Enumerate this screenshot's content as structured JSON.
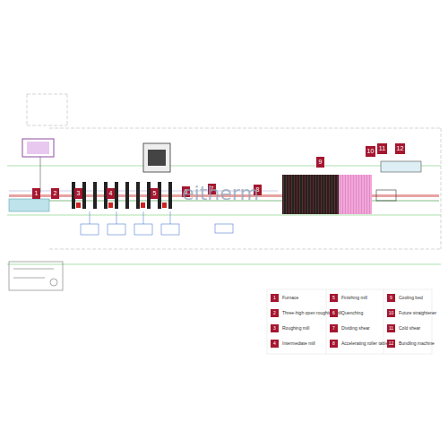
{
  "diagram": {
    "nodes": [
      {
        "text": [
          "1"
        ]
      },
      {
        "text": [
          "2"
        ]
      },
      {
        "text": [
          "3"
        ]
      },
      {
        "text": [
          "4"
        ]
      },
      {
        "text": [
          "5"
        ]
      },
      {
        "text": [
          "6"
        ]
      },
      {
        "text": [
          "7"
        ]
      },
      {
        "text": [
          "8"
        ]
      },
      {
        "text": [
          "9"
        ]
      },
      {
        "text": [
          "10"
        ]
      },
      {
        "text": [
          "11"
        ]
      },
      {
        "text": [
          "12"
        ]
      }
    ],
    "labels": [
      "1",
      "2",
      "3",
      "4",
      "5",
      "6",
      "7",
      "8",
      "9",
      "10",
      "11",
      "12",
      "eitherm"
    ],
    "legend": [
      {
        "text": "Furnace",
        "color": "#a5162f"
      },
      {
        "text": "Three-high open roughing mill",
        "color": "#a5162f"
      },
      {
        "text": "Roughing mill",
        "color": "#a5162f"
      },
      {
        "text": "Intermediate mill",
        "color": "#a5162f"
      },
      {
        "text": "Finishing mill",
        "color": "#a5162f"
      },
      {
        "text": "Quenching",
        "color": "#a5162f"
      },
      {
        "text": "Dividing shear",
        "color": "#a5162f"
      },
      {
        "text": "Accelerating roller table",
        "color": "#a5162f"
      },
      {
        "text": "Cooling bed",
        "color": "#a5162f"
      },
      {
        "text": "Future straightener",
        "color": "#a5162f"
      },
      {
        "text": "Cold shear",
        "color": "#a5162f"
      },
      {
        "text": "Bundling machine",
        "color": "#a5162f"
      }
    ]
  }
}
